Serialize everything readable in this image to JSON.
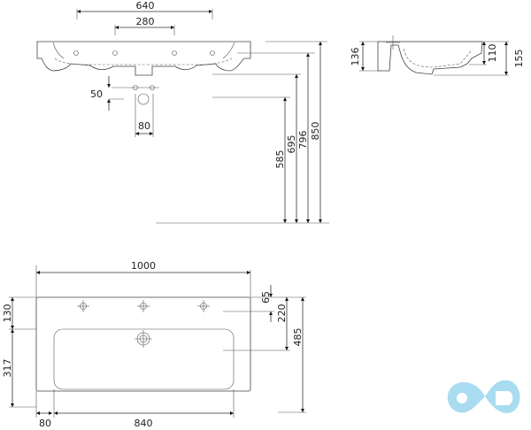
{
  "front_view": {
    "dim_tap_outer": "640",
    "dim_tap_inner": "280",
    "dim_valve_offset": "50",
    "dim_drain_width": "80",
    "height_585": "585",
    "height_695": "695",
    "height_796": "796",
    "height_850": "850"
  },
  "side_view": {
    "dim_136": "136",
    "dim_110": "110",
    "dim_155": "155"
  },
  "top_view": {
    "dim_width": "1000",
    "dim_130": "130",
    "dim_317": "317",
    "dim_65": "65",
    "dim_220": "220",
    "dim_485": "485",
    "dim_80": "80",
    "dim_840": "840"
  },
  "logo": {
    "color": "#a9dcf0"
  }
}
